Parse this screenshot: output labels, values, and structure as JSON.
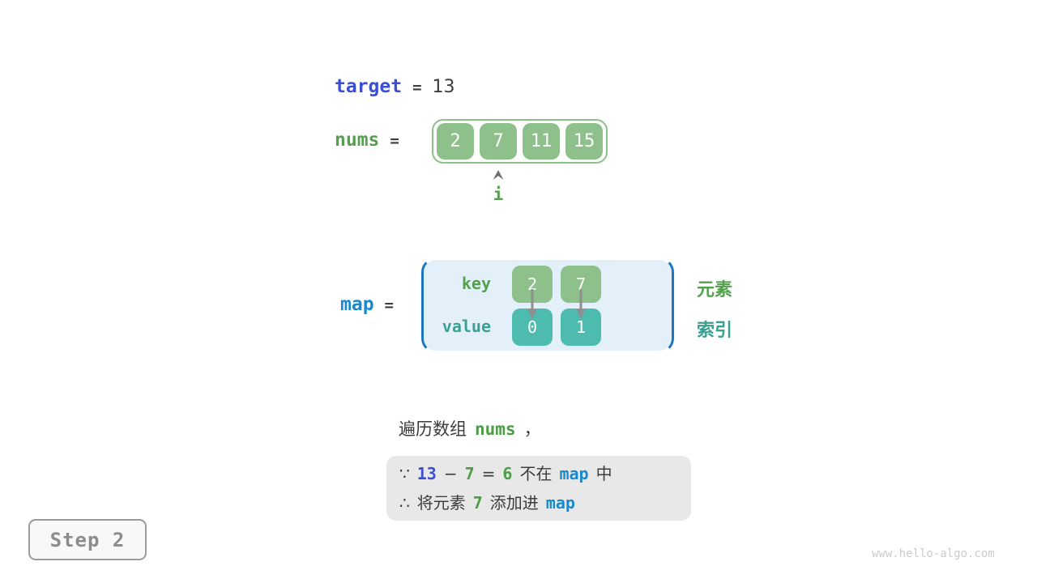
{
  "colors": {
    "accent_indigo": "#3b4ed1",
    "accent_cyan": "#1889cc",
    "accent_green_text": "#55a04f",
    "accent_green_cell": "#8dc08a",
    "accent_teal_text": "#38a192",
    "accent_teal_cell": "#4dbcae",
    "map_background": "#e3f0fa",
    "map_bracket": "#2077c0",
    "reason_box_background": "#e8e8e8",
    "text_dark": "#3c3c3c"
  },
  "variables": {
    "target": {
      "name": "target",
      "equals": "=",
      "value": "13"
    },
    "nums": {
      "name": "nums",
      "equals": "=",
      "cells": [
        "2",
        "7",
        "11",
        "15"
      ],
      "index_pointer_label": "i"
    },
    "map": {
      "name": "map",
      "equals": "=",
      "key_row_label": "key",
      "value_row_label": "value",
      "keys": [
        "2",
        "7"
      ],
      "values": [
        "0",
        "1"
      ],
      "side_label_elements": "元素",
      "side_label_indices": "索引"
    }
  },
  "caption": {
    "tokens": [
      {
        "text": "遍历数组",
        "style": "plain"
      },
      {
        "text": "nums",
        "style": "green-code"
      },
      {
        "text": "，",
        "style": "plain"
      }
    ]
  },
  "reason_box": {
    "lines": [
      [
        {
          "text": "∵",
          "style": "plain"
        },
        {
          "text": "13",
          "style": "indigo-code"
        },
        {
          "text": "−",
          "style": "plain"
        },
        {
          "text": "7",
          "style": "green-code"
        },
        {
          "text": "=",
          "style": "plain"
        },
        {
          "text": "6",
          "style": "green-code"
        },
        {
          "text": "不在",
          "style": "plain"
        },
        {
          "text": "map",
          "style": "cyan-code"
        },
        {
          "text": "中",
          "style": "plain"
        }
      ],
      [
        {
          "text": "∴",
          "style": "plain"
        },
        {
          "text": "将元素",
          "style": "plain"
        },
        {
          "text": "7",
          "style": "green-code"
        },
        {
          "text": "添加进",
          "style": "plain"
        },
        {
          "text": "map",
          "style": "cyan-code"
        }
      ]
    ]
  },
  "step_badge": "Step 2",
  "watermark": "www.hello-algo.com"
}
